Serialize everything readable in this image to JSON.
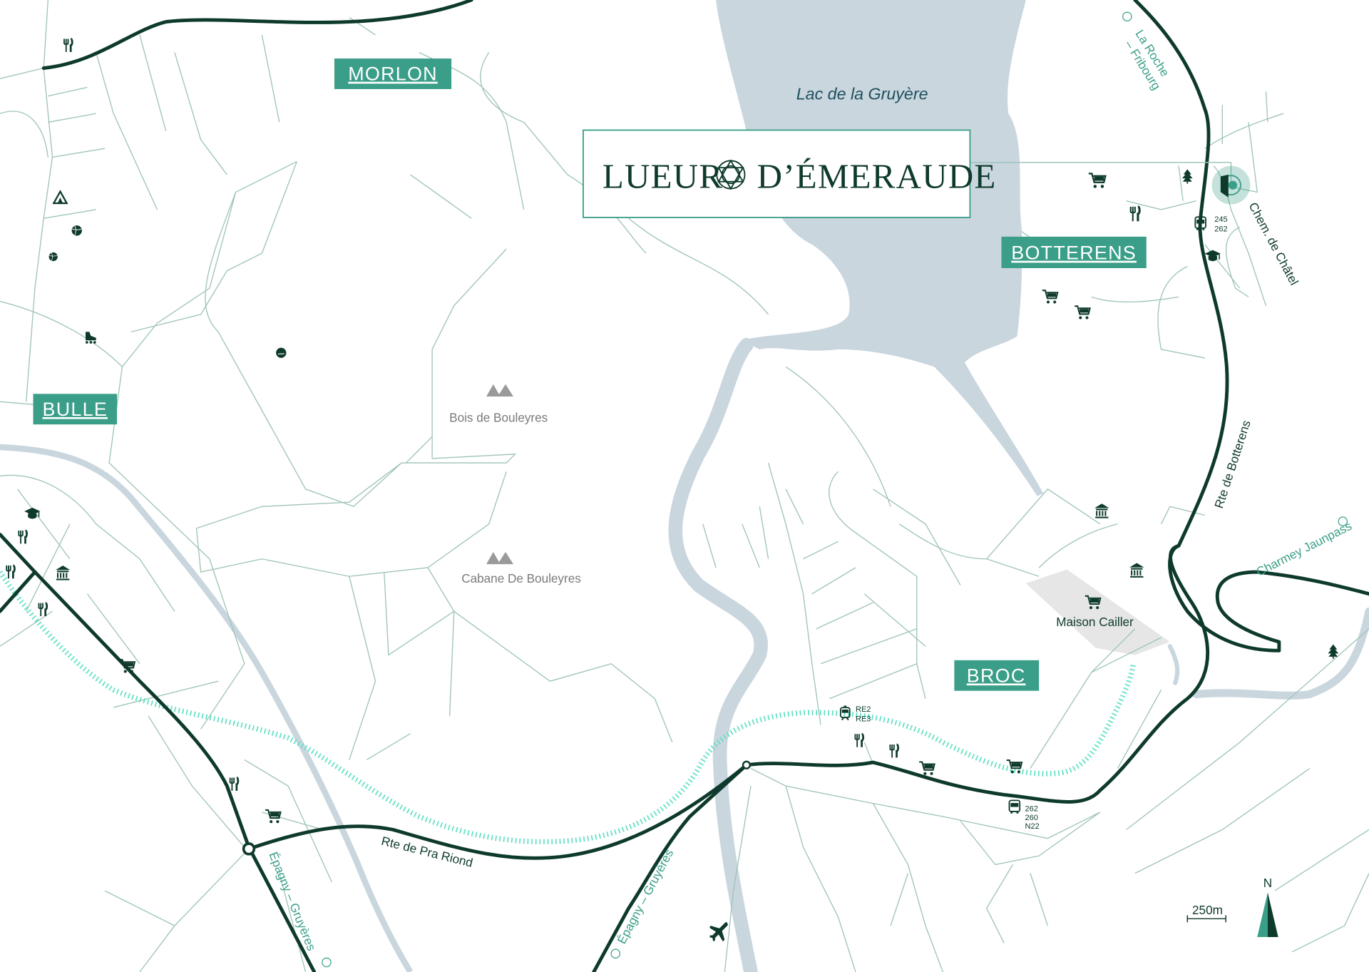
{
  "colors": {
    "accent": "#3a9e88",
    "road": "#0e3a2c",
    "water": "#c9d6de",
    "rail": "#5fe0c4",
    "minor_road": "#9fc4b8"
  },
  "logo": {
    "left": "LUEUR",
    "right": "D’ÉMERAUDE"
  },
  "lake": "Lac de la Gruyère",
  "towns": {
    "morlon": "MORLON",
    "bulle": "BULLE",
    "botterens": "BOTTERENS",
    "broc": "BROC"
  },
  "places": {
    "bois": "Bois de Bouleyres",
    "cabane": "Cabane De Bouleyres",
    "cailler": "Maison Cailler"
  },
  "roads": {
    "pra_riond": "Rte de Pra Riond",
    "botterens": "Rte de Botterens",
    "chatel": "Chem. de Châtel"
  },
  "directions": {
    "fribourg_1": "La Roche",
    "fribourg_2": "– Fribourg",
    "epagny_west": "Épagny – Gruyères",
    "epagny_south": "Épagny – Gruyères",
    "charmey": "Charmey Jaunpass"
  },
  "transit": {
    "bus_botterens": [
      "245",
      "262"
    ],
    "bus_broc": [
      "262",
      "260",
      "N22"
    ],
    "train_broc": [
      "RE2",
      "RE3"
    ]
  },
  "scale": "250m",
  "north": "N"
}
